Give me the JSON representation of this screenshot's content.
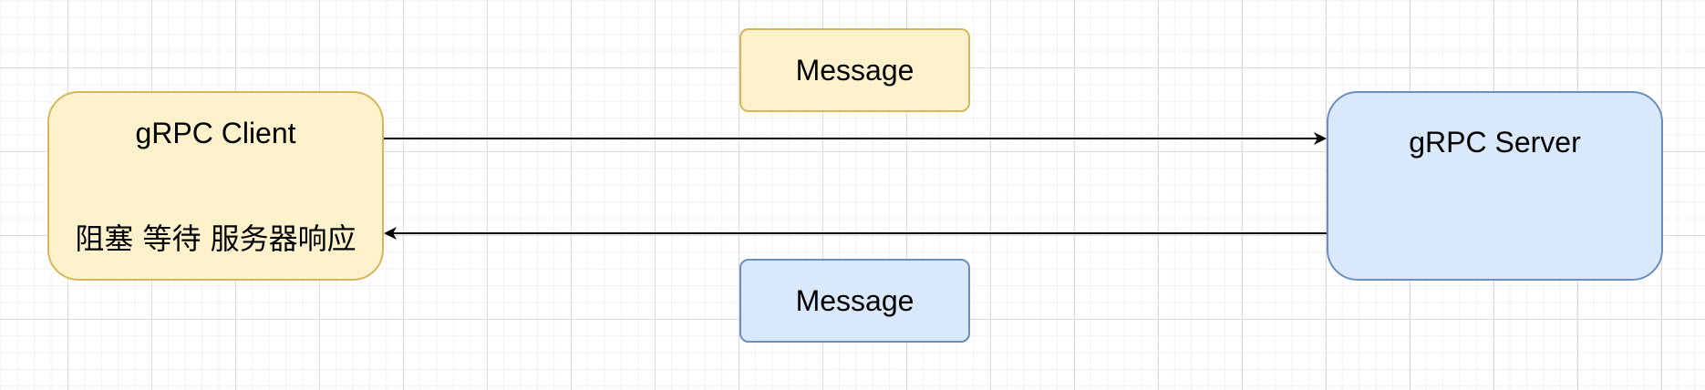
{
  "colors": {
    "client_fill": "#fdf2cc",
    "client_stroke": "#d6b656",
    "server_fill": "#dae8fc",
    "server_stroke": "#6c8ebf",
    "edge": "#000000"
  },
  "client": {
    "title": "gRPC Client",
    "status": "阻塞 等待 服务器响应"
  },
  "server": {
    "title": "gRPC Server"
  },
  "request_message": {
    "label": "Message"
  },
  "response_message": {
    "label": "Message"
  },
  "edges": [
    {
      "from": "client",
      "to": "server",
      "arrow": "end"
    },
    {
      "from": "server",
      "to": "client",
      "arrow": "end"
    }
  ]
}
